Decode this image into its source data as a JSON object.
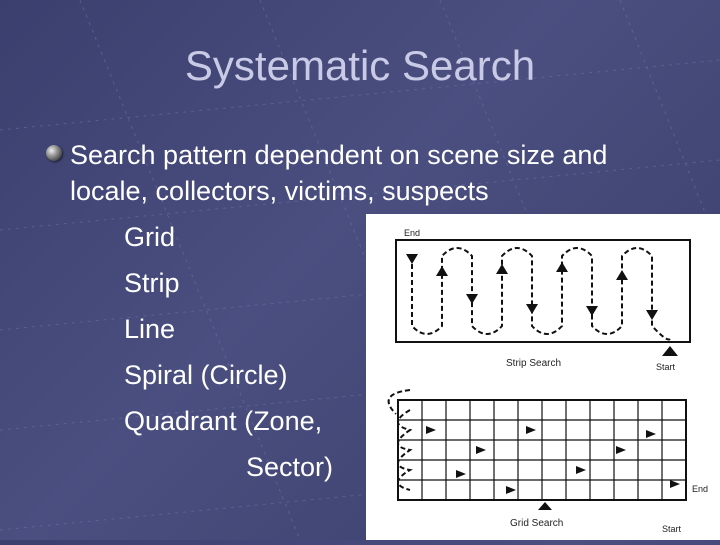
{
  "slide": {
    "title": "Systematic Search",
    "bullet": "Search pattern dependent on scene size and locale, collectors, victims, suspects",
    "sub_items": [
      "Grid",
      "Strip",
      "Line",
      "Spiral (Circle)",
      "Quadrant (Zone,",
      "Sector)"
    ]
  },
  "figure": {
    "strip_end_label": "End",
    "strip_start_label": "Start",
    "strip_caption": "Strip Search",
    "grid_end_label": "End",
    "grid_start_label": "Start",
    "grid_caption": "Grid Search"
  },
  "colors": {
    "background": "#40447a",
    "title": "#c9cbe6",
    "text": "#ffffff"
  }
}
